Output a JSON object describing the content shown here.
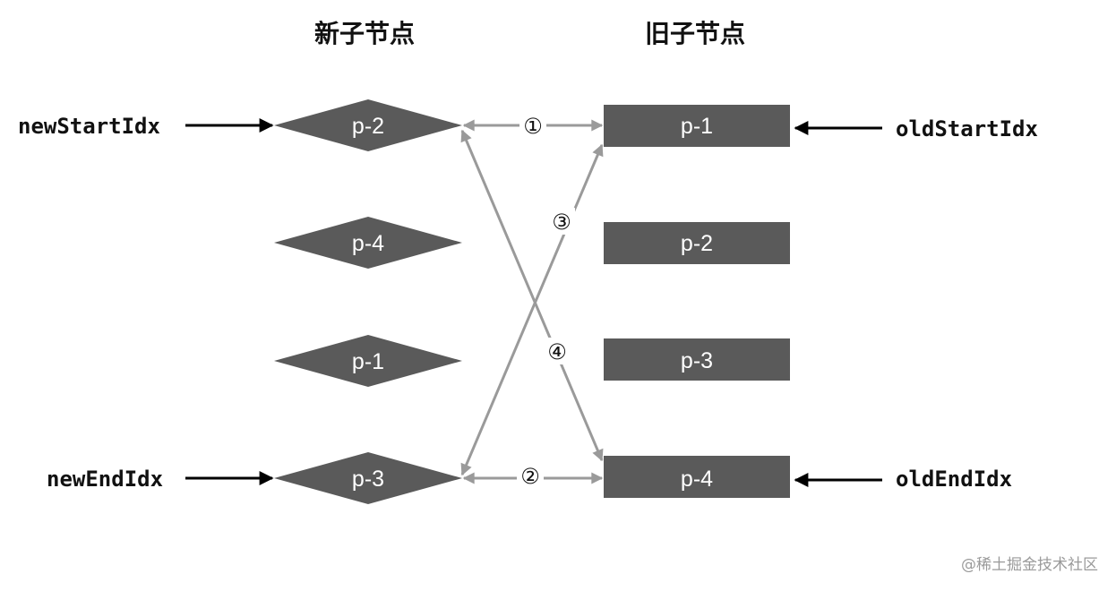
{
  "titles": {
    "new_children": "新子节点",
    "old_children": "旧子节点"
  },
  "pointers": {
    "new_start": "newStartIdx",
    "new_end": "newEndIdx",
    "old_start": "oldStartIdx",
    "old_end": "oldEndIdx"
  },
  "new_nodes": [
    {
      "label": "p-2"
    },
    {
      "label": "p-4"
    },
    {
      "label": "p-1"
    },
    {
      "label": "p-3"
    }
  ],
  "old_nodes": [
    {
      "label": "p-1"
    },
    {
      "label": "p-2"
    },
    {
      "label": "p-3"
    },
    {
      "label": "p-4"
    }
  ],
  "steps": [
    "①",
    "②",
    "③",
    "④"
  ],
  "watermark": "@稀土掘金技术社区",
  "colors": {
    "node_fill": "#5a5a5a",
    "compare_arrow": "#9a9a9a",
    "pointer_arrow": "#000000",
    "text": "#111111"
  }
}
